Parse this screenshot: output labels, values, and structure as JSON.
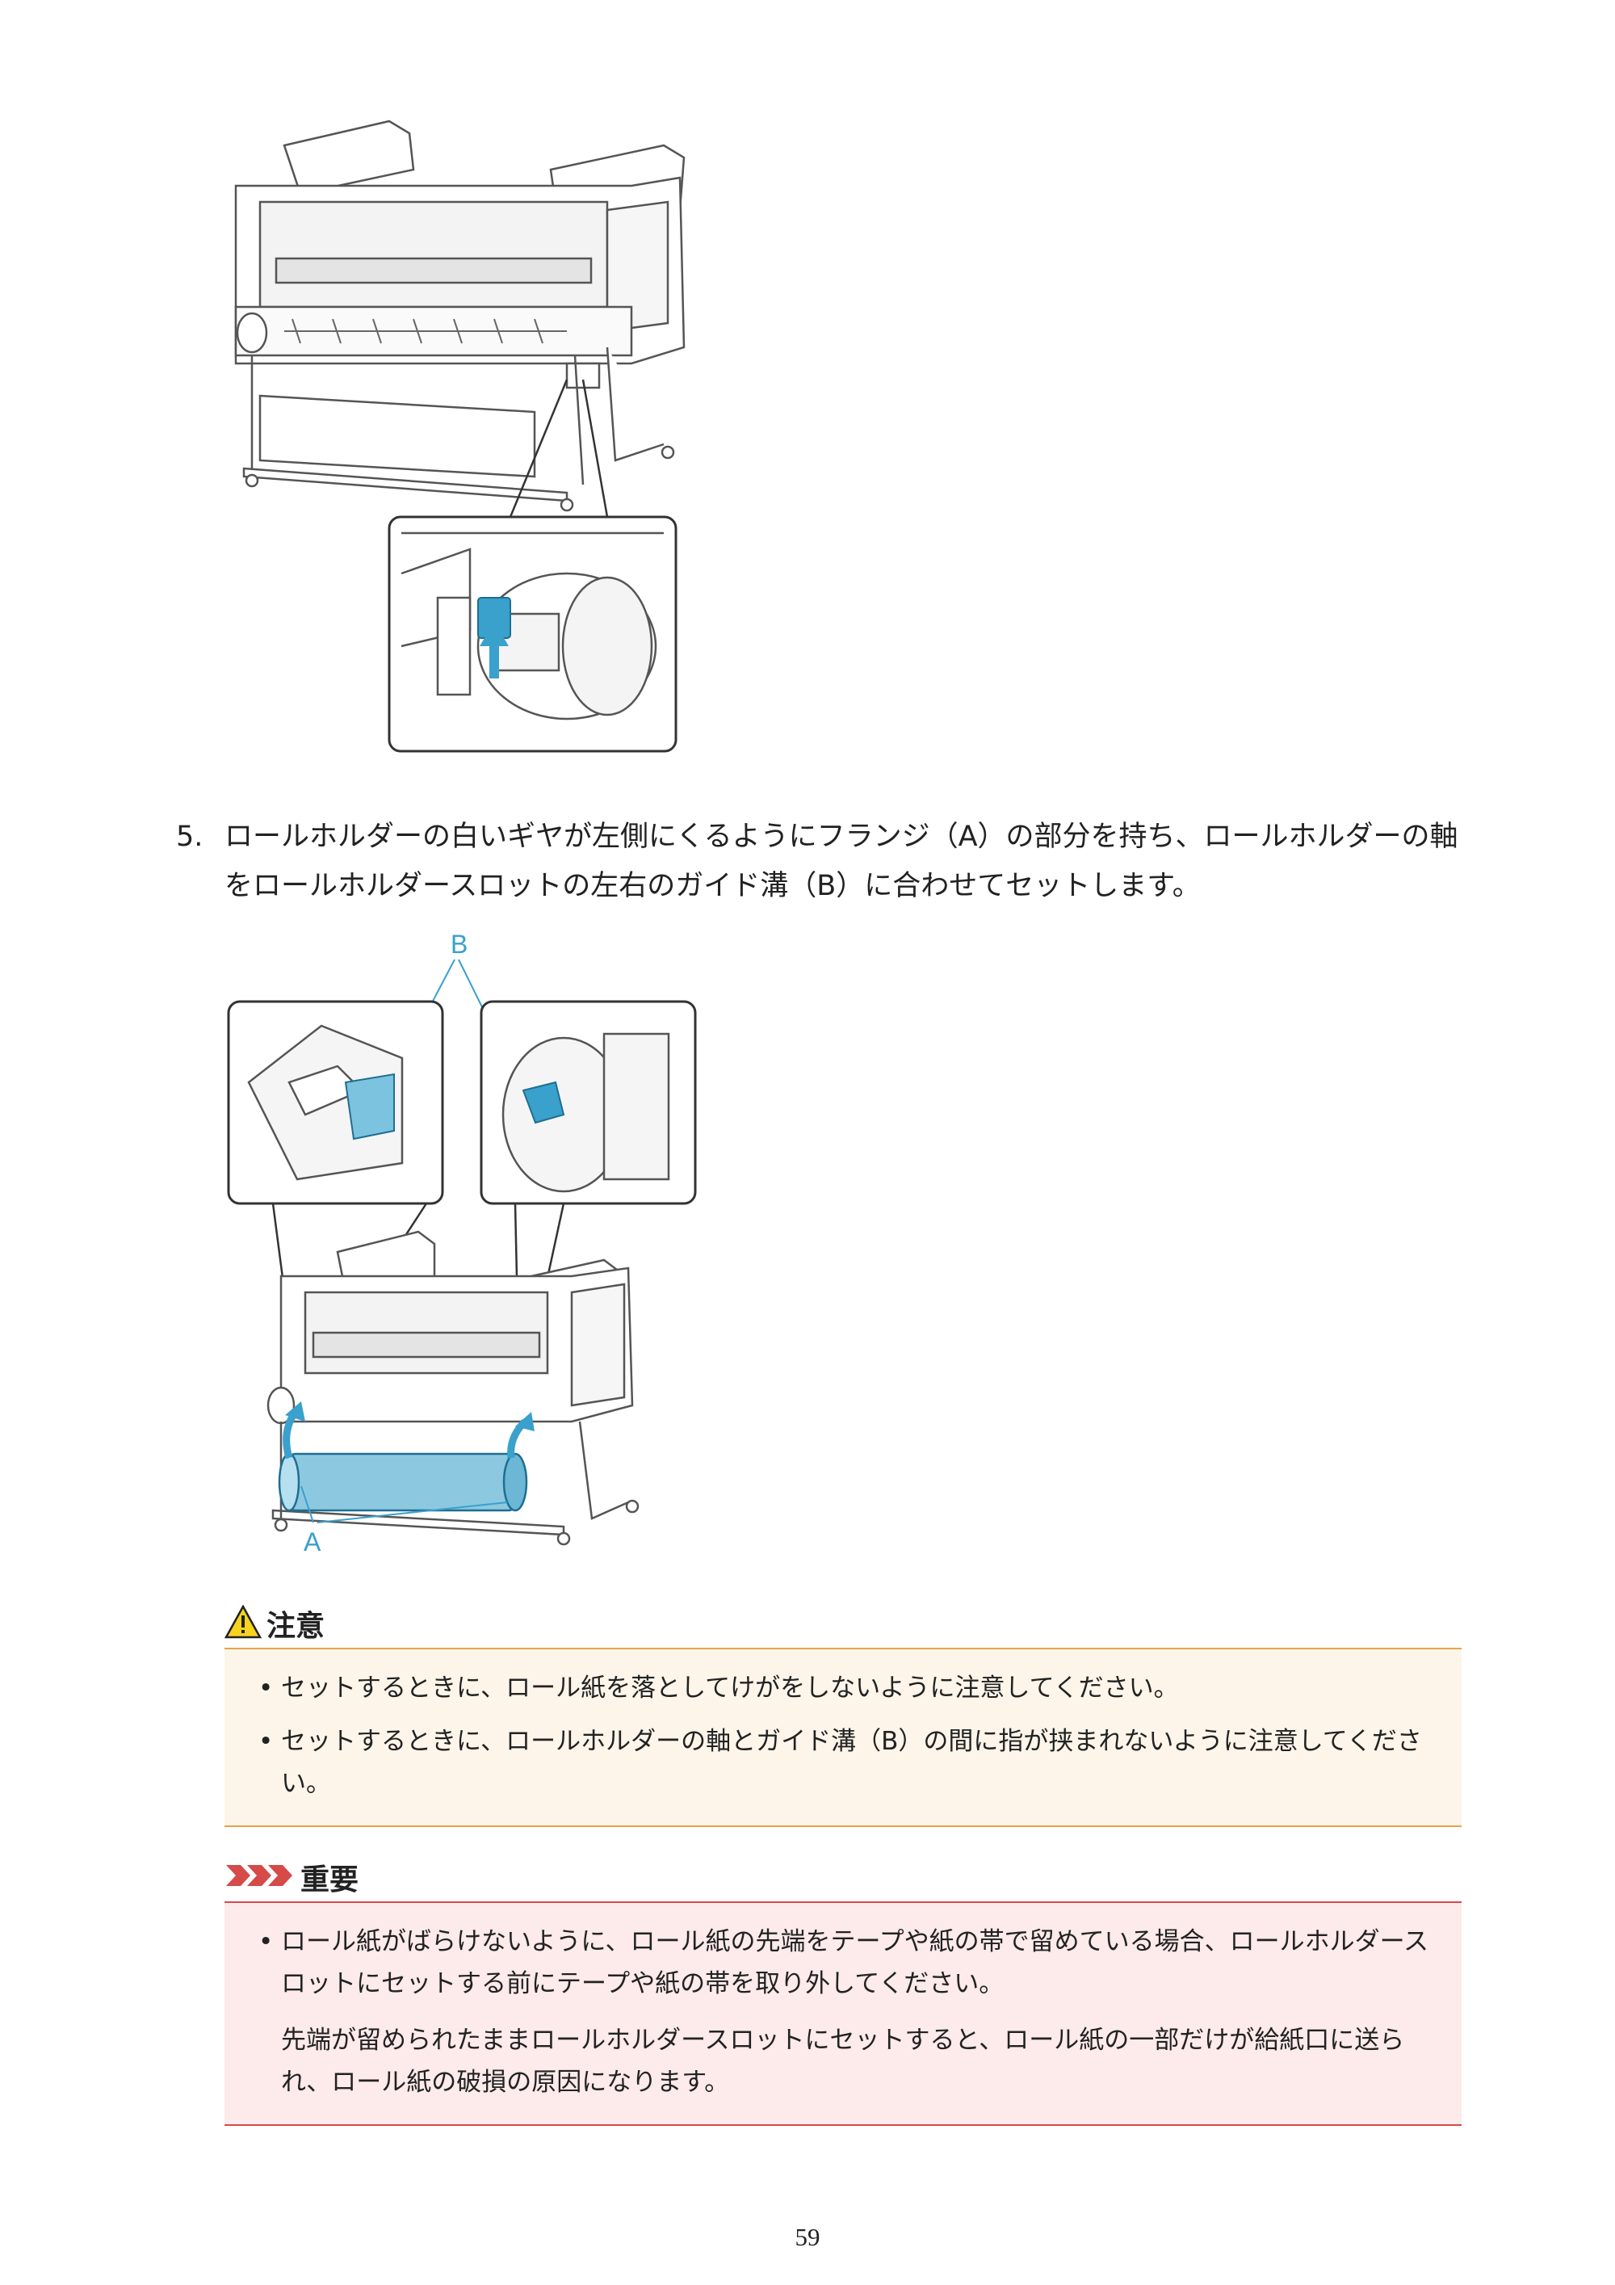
{
  "step": {
    "number": "5.",
    "text": "ロールホルダーの白いギヤが左側にくるようにフランジ（A）の部分を持ち、ロールホルダーの軸をロールホルダースロットの左右のガイド溝（B）に合わせてセットします。"
  },
  "figure2": {
    "label_b": "B",
    "label_a": "A"
  },
  "caution": {
    "title": "注意",
    "items": [
      "セットするときに、ロール紙を落としてけがをしないように注意してください。",
      "セットするときに、ロールホルダーの軸とガイド溝（B）の間に指が挟まれないように注意してください。"
    ]
  },
  "important": {
    "title": "重要",
    "items": [
      {
        "text": "ロール紙がばらけないように、ロール紙の先端をテープや紙の帯で留めている場合、ロールホルダースロットにセットする前にテープや紙の帯を取り外してください。",
        "sub": "先端が留められたままロールホルダースロットにセットすると、ロール紙の一部だけが給紙口に送られ、ロール紙の破損の原因になります。"
      }
    ]
  },
  "page_number": "59",
  "colors": {
    "accent_blue": "#3aa0cc",
    "caution_border": "#e8a24b",
    "important_red": "#d64a4a"
  }
}
